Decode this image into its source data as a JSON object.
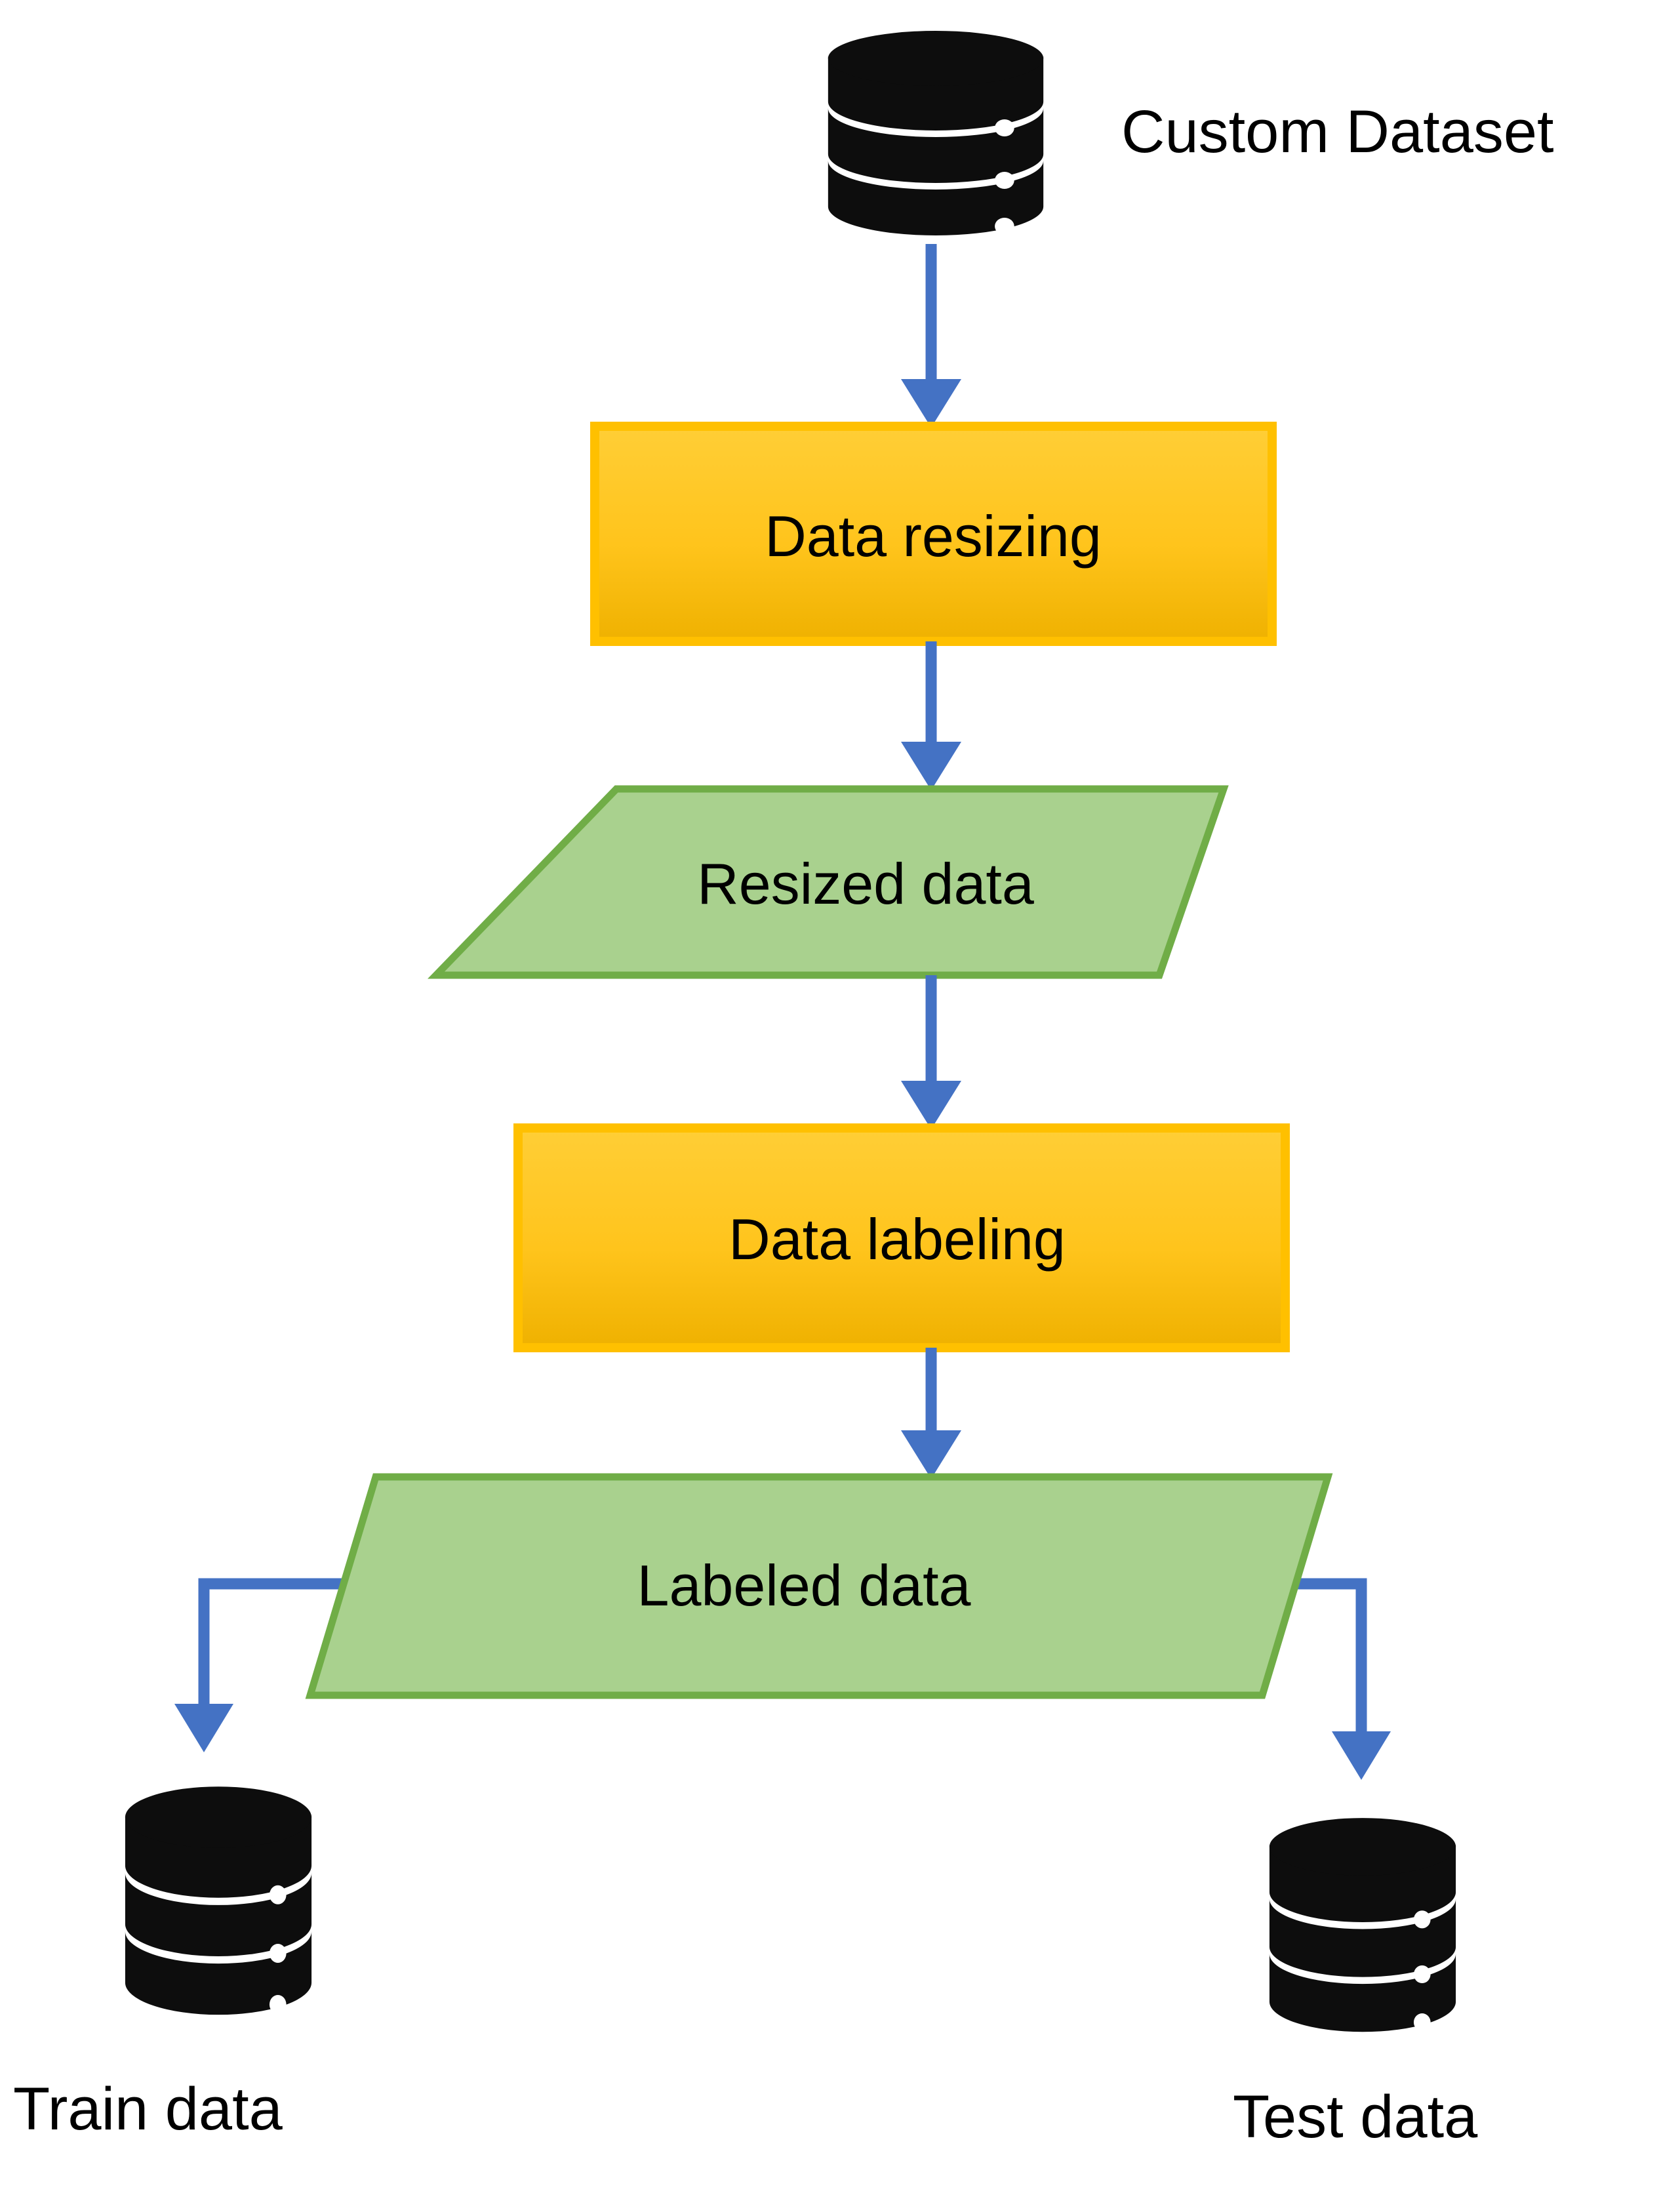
{
  "diagram": {
    "title": "Dataset preparation flowchart",
    "colors": {
      "arrow": "#4472C4",
      "process_fill_top": "#FFCB2E",
      "process_fill_bottom": "#EEB000",
      "process_border": "#FFC000",
      "data_fill": "#A9D18E",
      "data_border": "#70AD47",
      "icon": "#0D0D0D",
      "text": "#000000",
      "background": "#FFFFFF"
    },
    "nodes": [
      {
        "id": "custom-dataset",
        "type": "database-cylinder",
        "label": "Custom Dataset",
        "label_position": "right"
      },
      {
        "id": "data-resizing",
        "type": "process-rectangle",
        "label": "Data resizing",
        "label_position": "inside"
      },
      {
        "id": "resized-data",
        "type": "data-parallelogram",
        "label": "Resized data",
        "label_position": "inside"
      },
      {
        "id": "data-labeling",
        "type": "process-rectangle",
        "label": "Data labeling",
        "label_position": "inside"
      },
      {
        "id": "labeled-data",
        "type": "data-parallelogram",
        "label": "Labeled data",
        "label_position": "inside"
      },
      {
        "id": "train-data",
        "type": "database-cylinder",
        "label": "Train data",
        "label_position": "below"
      },
      {
        "id": "test-data",
        "type": "database-cylinder",
        "label": "Test data",
        "label_position": "below"
      }
    ],
    "edges": [
      {
        "from": "custom-dataset",
        "to": "data-resizing",
        "style": "straight-arrow"
      },
      {
        "from": "data-resizing",
        "to": "resized-data",
        "style": "straight-arrow"
      },
      {
        "from": "resized-data",
        "to": "data-labeling",
        "style": "straight-arrow"
      },
      {
        "from": "data-labeling",
        "to": "labeled-data",
        "style": "straight-arrow"
      },
      {
        "from": "labeled-data",
        "to": "train-data",
        "style": "elbow-arrow-left"
      },
      {
        "from": "labeled-data",
        "to": "test-data",
        "style": "elbow-arrow-right"
      }
    ]
  }
}
